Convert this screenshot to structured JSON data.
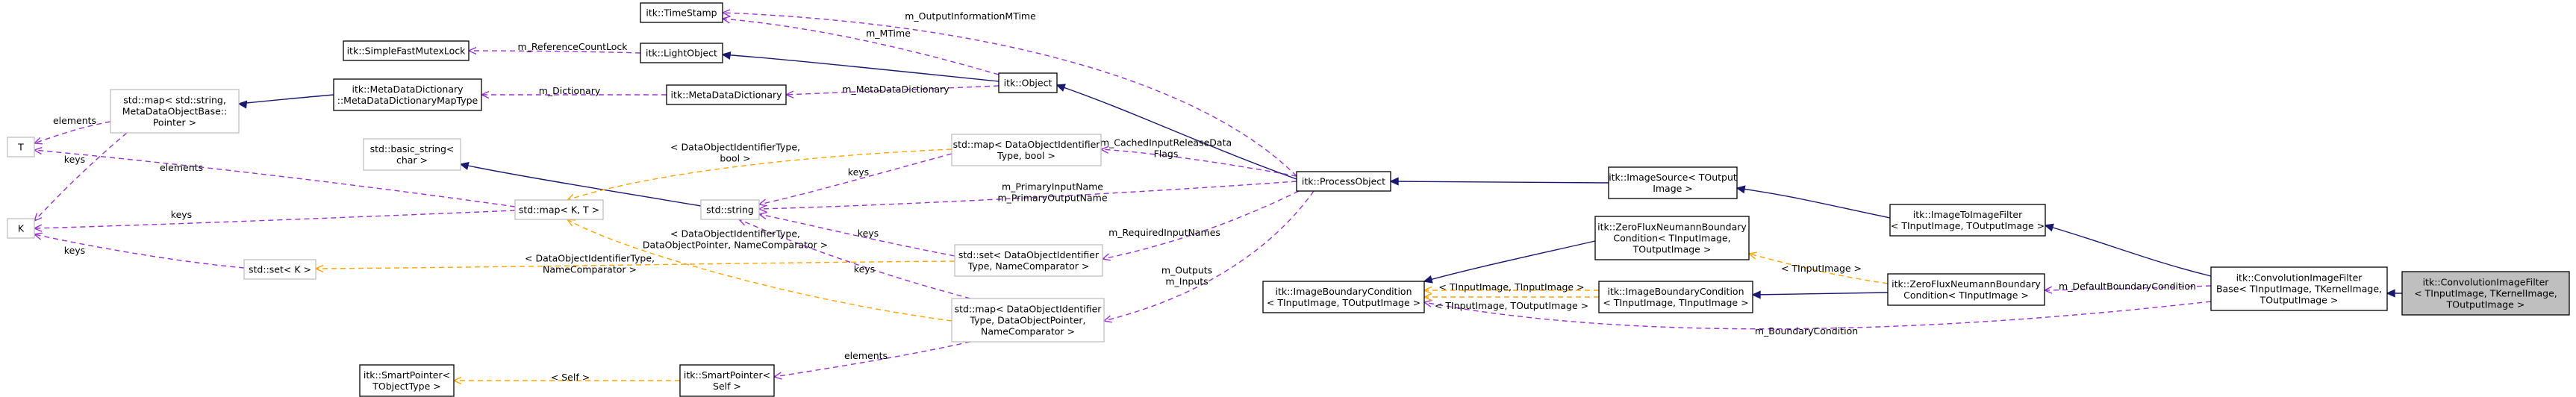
{
  "nodes": {
    "timestamp": [
      "itk::TimeStamp"
    ],
    "simplefastmutexlock": [
      "itk::SimpleFastMutexLock"
    ],
    "lightobject": [
      "itk::LightObject"
    ],
    "metadatadict_maptype": [
      "itk::MetaDataDictionary",
      "::MetaDataDictionaryMapType"
    ],
    "metadatadictionary": [
      "itk::MetaDataDictionary"
    ],
    "object": [
      "itk::Object"
    ],
    "map_string_metadata": [
      "std::map< std::string,",
      "MetaDataObjectBase::",
      "Pointer >"
    ],
    "t": [
      "T"
    ],
    "k": [
      "K"
    ],
    "basic_string": [
      "std::basic_string<",
      "char >"
    ],
    "map_k_t": [
      "std::map< K, T >"
    ],
    "string": [
      "std::string"
    ],
    "set_k": [
      "std::set< K >"
    ],
    "smartpointer_objecttype": [
      "itk::SmartPointer<",
      "TObjectType >"
    ],
    "smartpointer_self": [
      "itk::SmartPointer<",
      "Self >"
    ],
    "map_dataobjectid_bool": [
      "std::map< DataObjectIdentifier",
      "Type, bool >"
    ],
    "set_dataobjectid": [
      "std::set< DataObjectIdentifier",
      "Type, NameComparator >"
    ],
    "map_dataobjectid_pointer": [
      "std::map< DataObjectIdentifier",
      "Type, DataObjectPointer,",
      "NameComparator >"
    ],
    "processobject": [
      "itk::ProcessObject"
    ],
    "imagesource": [
      "itk::ImageSource< TOutput",
      "Image >"
    ],
    "zeroflux_inout": [
      "itk::ZeroFluxNeumannBoundary",
      "Condition< TInputImage,",
      "TOutputImage >"
    ],
    "boundarycond_inout": [
      "itk::ImageBoundaryCondition",
      "< TInputImage, TOutputImage >"
    ],
    "boundarycond_inin": [
      "itk::ImageBoundaryCondition",
      "< TInputImage, TInputImage >"
    ],
    "imagetoimagefilter": [
      "itk::ImageToImageFilter",
      "< TInputImage, TOutputImage >"
    ],
    "zeroflux_in": [
      "itk::ZeroFluxNeumannBoundary",
      "Condition< TInputImage >"
    ],
    "convolutionbase": [
      "itk::ConvolutionImageFilter",
      "Base< TInputImage, TKernelImage,",
      "TOutputImage >"
    ],
    "convolutionfilter": [
      "itk::ConvolutionImageFilter",
      "< TInputImage, TKernelImage,",
      "TOutputImage >"
    ]
  },
  "edges": {
    "m_output_information_mtime": [
      "m_OutputInformationMTime"
    ],
    "m_mtime": [
      "m_MTime"
    ],
    "m_reference_count_lock": [
      "m_ReferenceCountLock"
    ],
    "m_dictionary": [
      "m_Dictionary"
    ],
    "m_metadata_dictionary": [
      "m_MetaDataDictionary"
    ],
    "elements_map_t": [
      "elements"
    ],
    "keys_map_k": [
      "keys"
    ],
    "elements_mapkt_t": [
      "elements"
    ],
    "keys_mapkt_k": [
      "keys"
    ],
    "keys_set_k": [
      "keys"
    ],
    "tmpl_dataobjectid_bool": [
      "< DataObjectIdentifierType,",
      "bool >"
    ],
    "keys_map_bool_string": [
      "keys"
    ],
    "tmpl_dataobjectid_namecomp": [
      "< DataObjectIdentifierType,",
      "NameComparator >"
    ],
    "tmpl_dataobjectid_pointer": [
      "< DataObjectIdentifierType,",
      "DataObjectPointer, NameComparator >"
    ],
    "keys_set_string": [
      "keys"
    ],
    "keys_mappointer_string": [
      "keys"
    ],
    "elements_smartpointer": [
      "elements"
    ],
    "tmpl_self": [
      "< Self >"
    ],
    "m_cached_input_release": [
      "m_CachedInputReleaseData",
      "Flags"
    ],
    "m_primary_names": [
      "m_PrimaryInputName",
      "m_PrimaryOutputName"
    ],
    "m_required_input_names": [
      "m_RequiredInputNames"
    ],
    "m_outputs_inputs": [
      "m_Outputs",
      "m_Inputs"
    ],
    "tmpl_input_output": [
      "< TInputImage, TOutputImage >"
    ],
    "tmpl_input_input": [
      "< TInputImage, TInputImage >"
    ],
    "tmpl_input": [
      "< TInputImage >"
    ],
    "m_default_boundary_condition": [
      "m_DefaultBoundaryCondition"
    ],
    "m_boundary_condition": [
      "m_BoundaryCondition"
    ]
  },
  "colors": {
    "inheritance": "#191970",
    "member": "#9a32cd",
    "template": "#ffa500",
    "focus_fill": "#bfbfbf",
    "node_border": "#000000",
    "external_node_border": "#bfbfbf"
  }
}
